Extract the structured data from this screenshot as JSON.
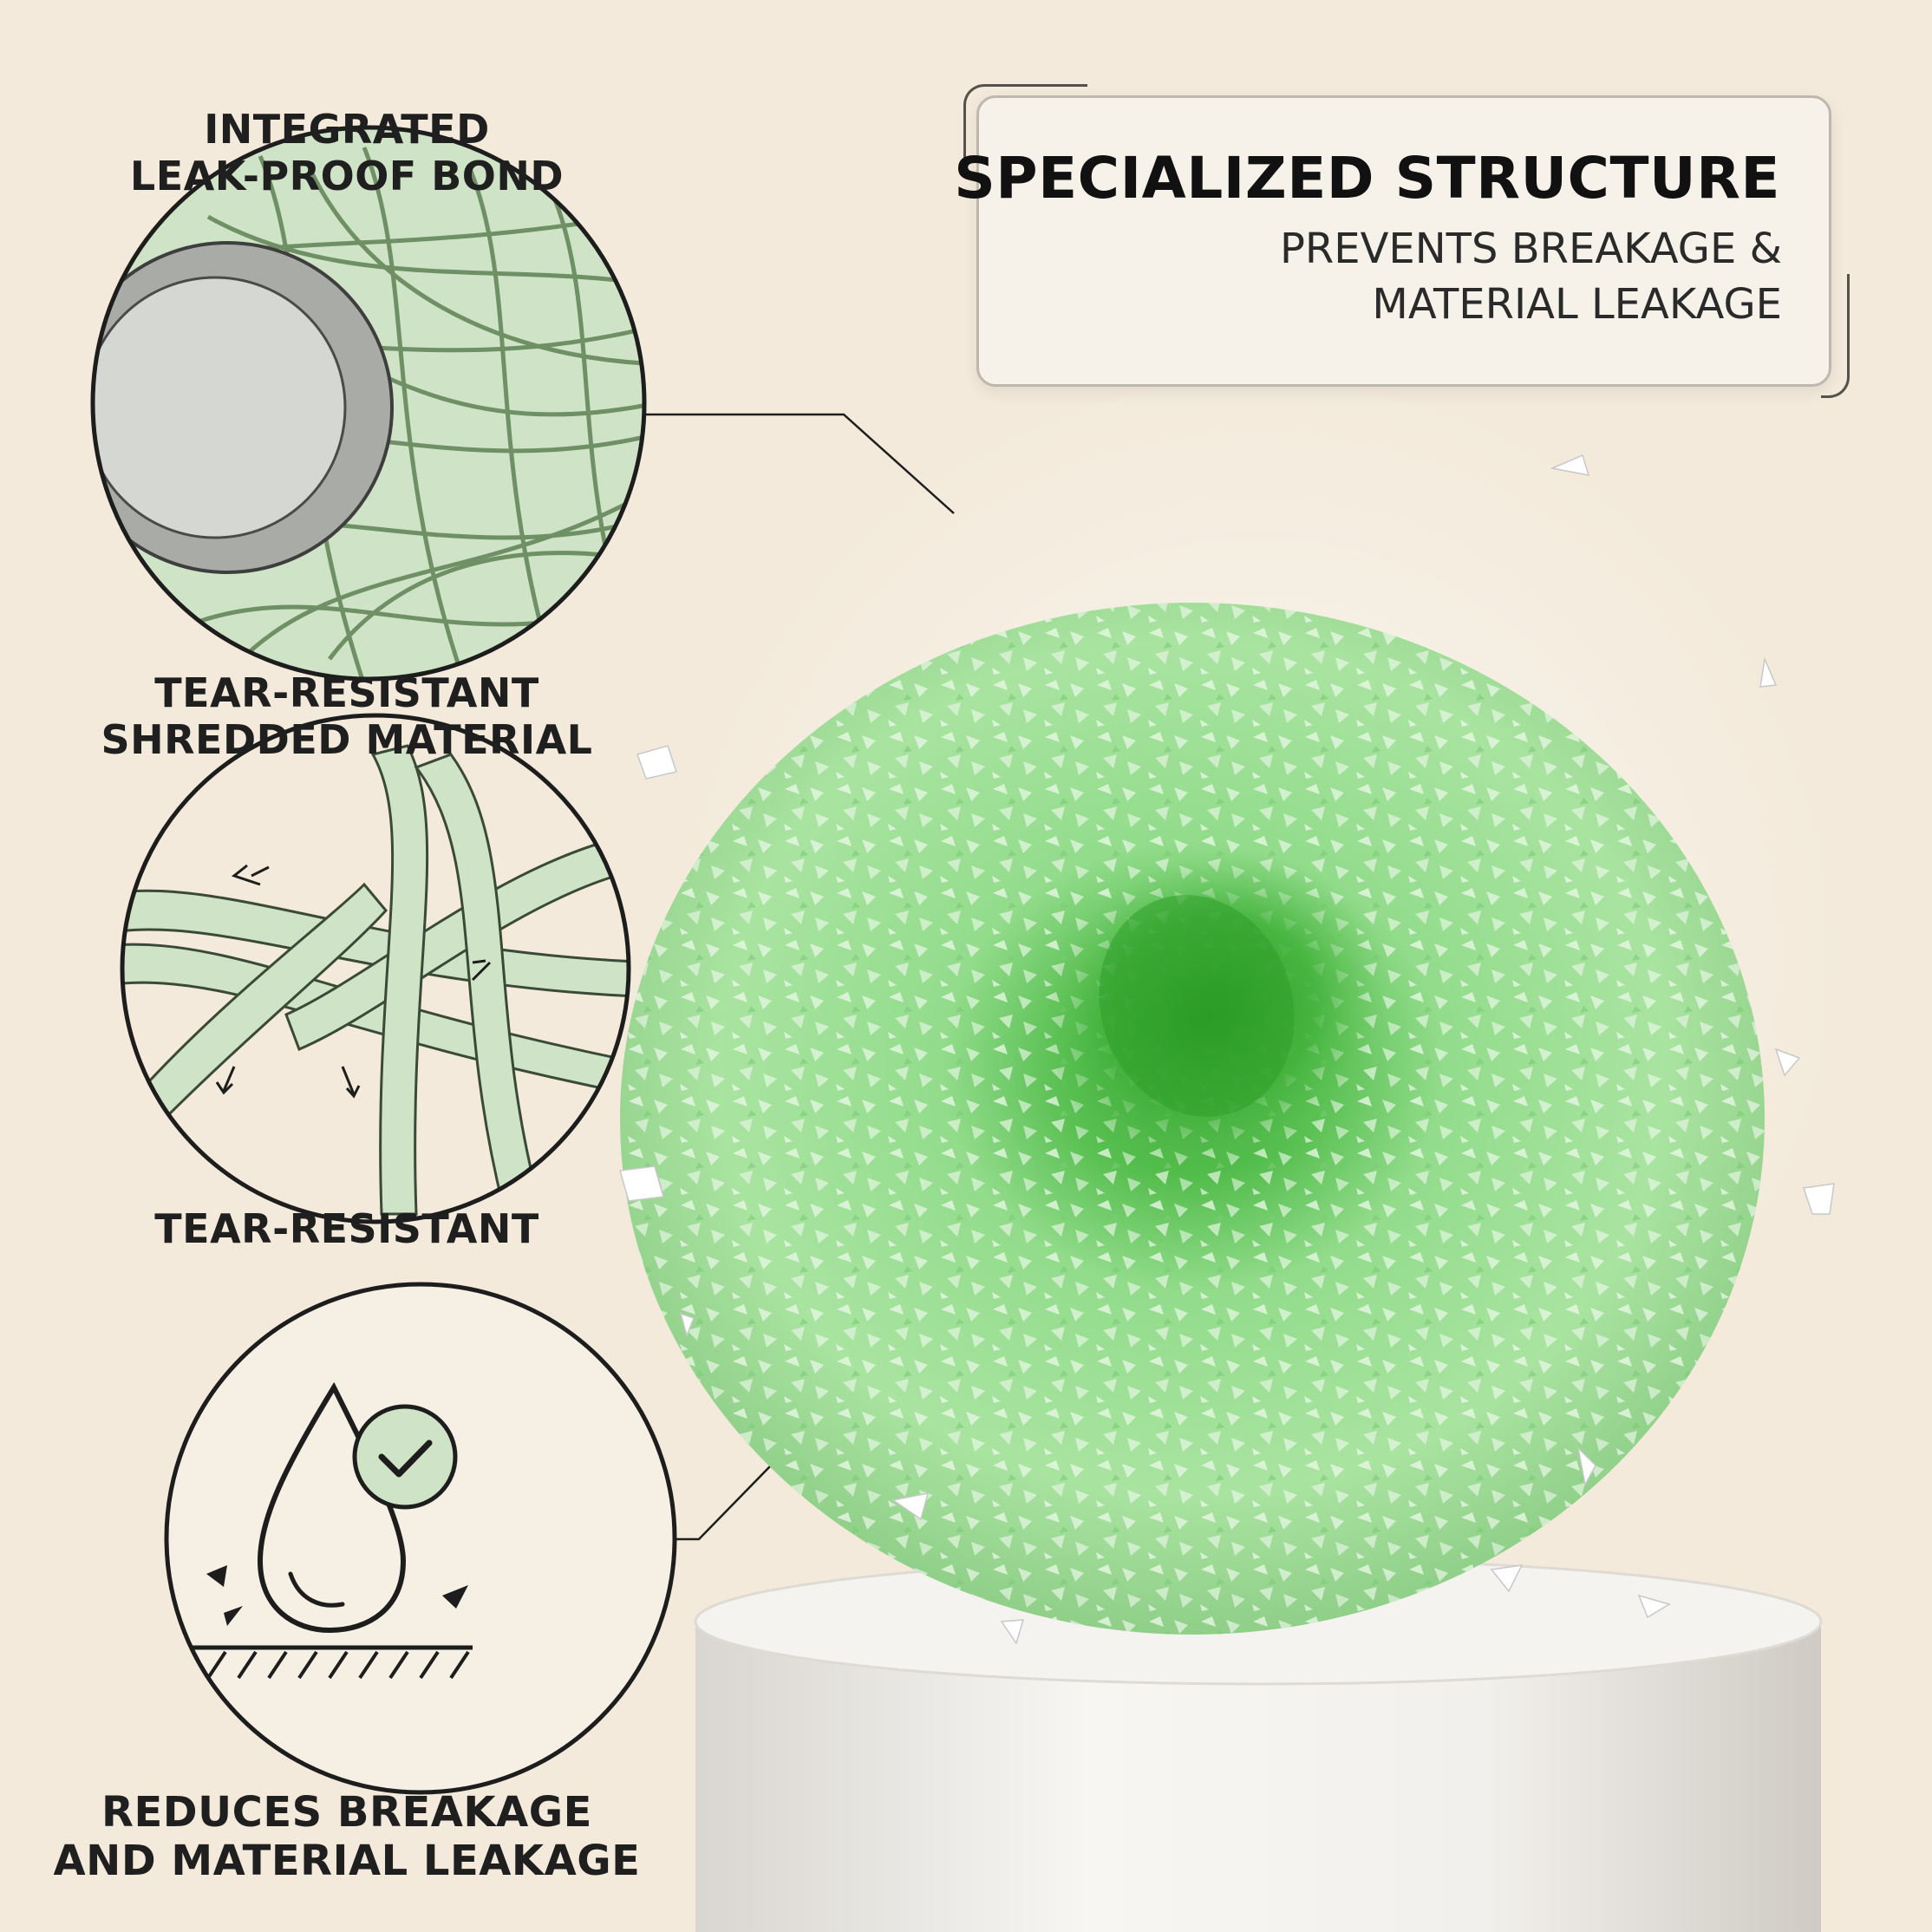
{
  "features": [
    {
      "lines": [
        "INTEGRATED",
        "LEAK-PROOF BOND"
      ]
    },
    {
      "lines": [
        "TEAR-RESISTANT",
        "SHREDDED MATERIAL"
      ]
    },
    {
      "lines": [
        "TEAR-RESISTANT"
      ]
    },
    {
      "lines": [
        "REDUCES BREAKAGE",
        "AND MATERIAL LEAKAGE"
      ]
    }
  ],
  "callout": {
    "title": "SPECIALIZED STRUCTURE",
    "subtitle_lines": [
      "PREVENTS BREAKAGE &",
      "MATERIAL LEAKAGE"
    ]
  },
  "icons": {
    "circle_1": "fiber-bond-cross-section-icon",
    "circle_2": "tearing-fibers-icon",
    "circle_3": "droplet-checkmark-impact-icon"
  },
  "colors": {
    "background": "#f3eadb",
    "mint": "#cfe3c6",
    "product_green": "#8fd98a",
    "core_green": "#3fa83a"
  }
}
